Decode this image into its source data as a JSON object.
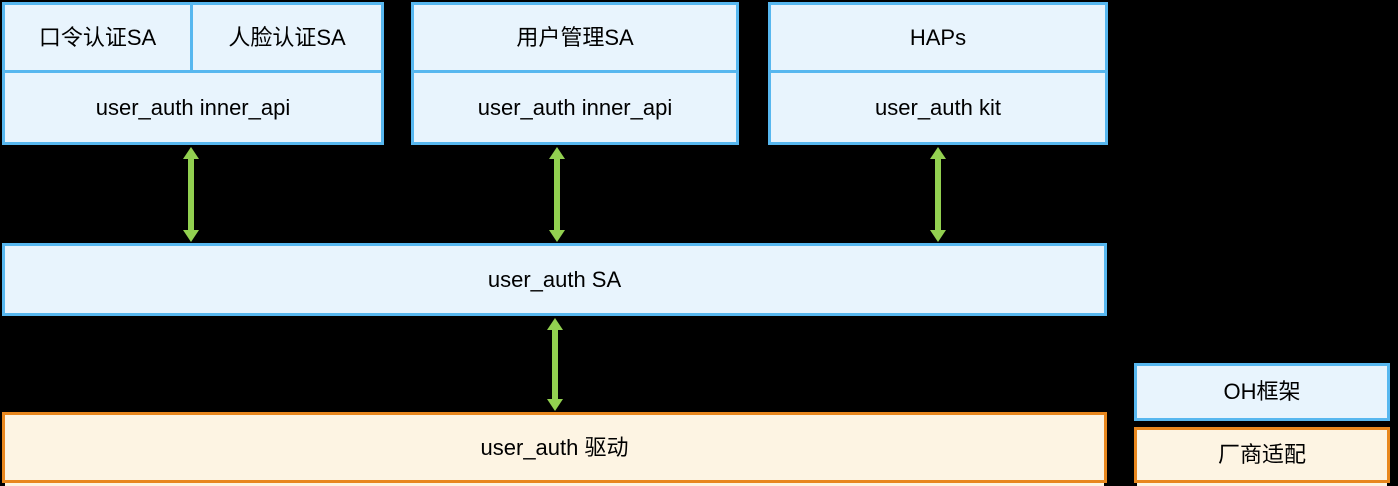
{
  "colors": {
    "background": "#000000",
    "blue_border": "#57B7EF",
    "blue_fill": "#E8F4FD",
    "orange_border": "#E8871E",
    "orange_fill": "#FDF4E3",
    "arrow_green": "#92D050",
    "text": "#000000"
  },
  "diagram": {
    "groups": [
      {
        "top_cells": [
          "口令认证SA",
          "人脸认证SA"
        ],
        "bottom": "user_auth inner_api"
      },
      {
        "top_cells": [
          "用户管理SA"
        ],
        "bottom": "user_auth inner_api"
      },
      {
        "top_cells": [
          "HAPs"
        ],
        "bottom": "user_auth kit"
      }
    ],
    "sa_band": "user_auth SA",
    "driver_band": "user_auth 驱动",
    "legend": [
      {
        "label": "OH框架",
        "style": "blue"
      },
      {
        "label": "厂商适配",
        "style": "orange"
      }
    ]
  }
}
